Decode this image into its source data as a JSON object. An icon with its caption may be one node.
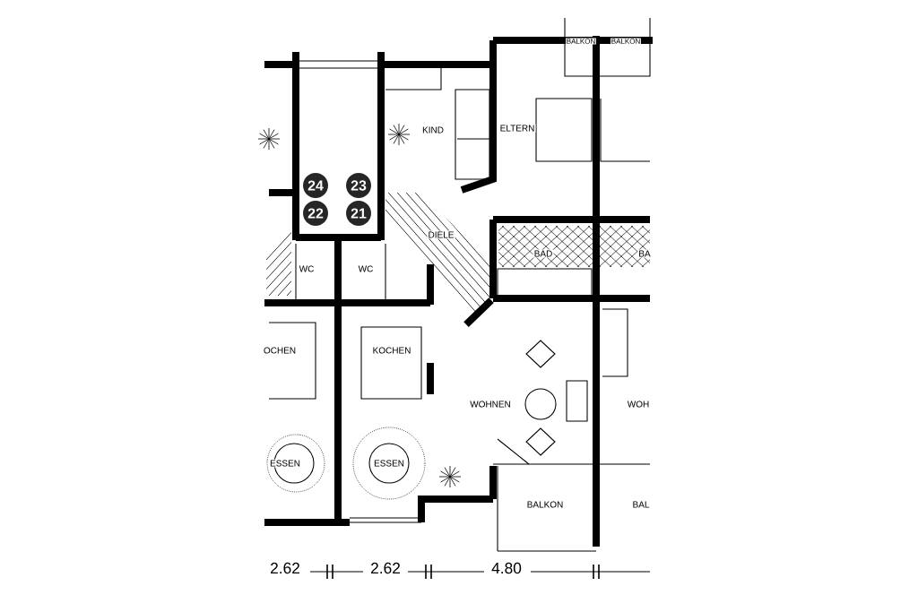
{
  "diagram": {
    "labels": [
      "BALKON",
      "BALKON",
      "KIND",
      "ELTERN",
      "24",
      "23",
      "22",
      "21",
      "DIELE",
      "BAD",
      "BA",
      "WC",
      "WC",
      "OCHEN",
      "KOCHEN",
      "WOHNEN",
      "WOH",
      "ESSEN",
      "ESSEN",
      "BALKON",
      "BAL",
      "2.62",
      "2.62",
      "4.80"
    ]
  }
}
